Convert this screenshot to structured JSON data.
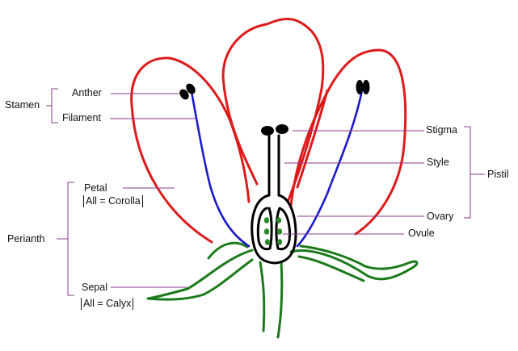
{
  "labels": {
    "stamen": "Stamen",
    "anther": "Anther",
    "filament": "Filament",
    "petal": "Petal",
    "corolla_note": "All = Corolla",
    "perianth": "Perianth",
    "sepal": "Sepal",
    "calyx_note": "All = Calyx",
    "stigma": "Stigma",
    "style": "Style",
    "pistil": "Pistil",
    "ovary": "Ovary",
    "ovule": "Ovule"
  },
  "colors": {
    "petal": "#dd1b1b",
    "filament": "#1a1acc",
    "sepal": "#1c7a1c",
    "ovule": "#2a8a2a",
    "leader": "#8b3a8b",
    "ink": "#000000"
  }
}
